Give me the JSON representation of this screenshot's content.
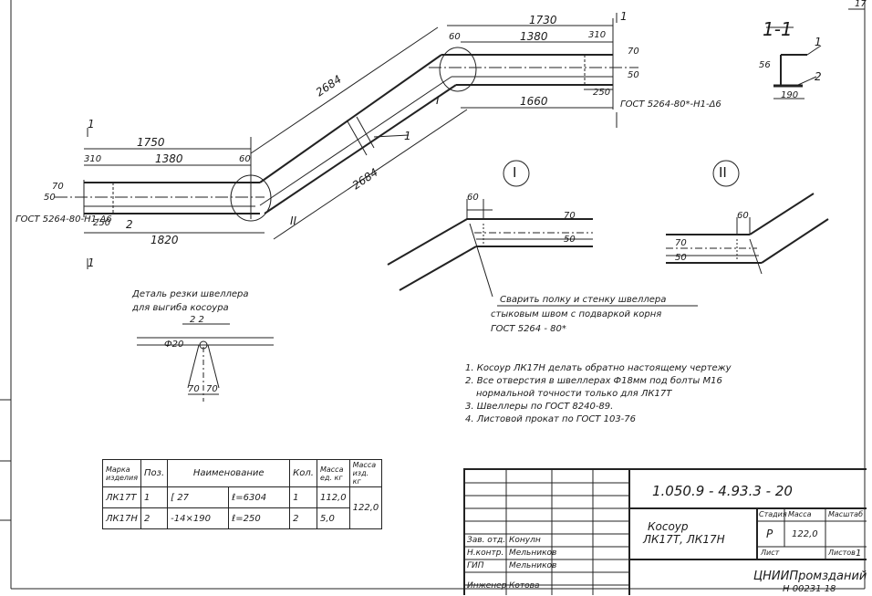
{
  "page_number": "17",
  "section_top": {
    "label": "1-1",
    "marker1": "1",
    "marker2": "2",
    "dim_56": "56",
    "dim_190": "190"
  },
  "dims": {
    "top_1730": "1730",
    "top_1380": "1380",
    "top_310": "310",
    "top_60": "60",
    "top_70": "70",
    "top_50": "50",
    "top_1660": "1660",
    "top_250": "250",
    "top_gost": "ГОСТ 5264-80*-Н1-Δ6",
    "diag_2684_top": "2684",
    "diag_2684_bot": "2684",
    "diag_1": "1",
    "left_1750": "1750",
    "left_310": "310",
    "left_1380": "1380",
    "left_60": "60",
    "left_70": "70",
    "left_50": "50",
    "left_1820": "1820",
    "left_250": "250",
    "left_gost": "ГОСТ 5264-80-Н1-Δ6",
    "left_2": "2",
    "cut_1_top": "1",
    "cut_1_bot": "1",
    "cut_1_right": "1",
    "roman_I": "I",
    "roman_II": "II"
  },
  "details": {
    "I_label": "I",
    "II_label": "II",
    "I_60": "60",
    "I_70": "70",
    "I_50": "50",
    "II_60": "60",
    "II_70": "70",
    "II_50": "50",
    "weld_note_1": "Сварить полку и стенку швеллера",
    "weld_note_2": "стыковым швом с подваркой корня",
    "weld_note_3": "ГОСТ 5264 - 80*"
  },
  "cut_detail": {
    "title_1": "Деталь резки швеллера",
    "title_2": "для выгиба косоура",
    "section": "2 2",
    "hole": "Ф20",
    "dim_a": "70",
    "dim_b": "70"
  },
  "notes": [
    "1. Косоур ЛК17Н делать обратно настоящему чертежу",
    "2. Все отверстия в швеллерах Ф18мм под болты М16",
    "нормальной точности только для ЛК17Т",
    "3. Швеллеры по ГОСТ 8240-89.",
    "4. Листовой прокат по ГОСТ 103-76"
  ],
  "spec_table": {
    "headers": [
      "Марка изделия",
      "Поз.",
      "Наименование",
      "",
      "Кол.",
      "Масса ед. кг",
      "Масса изд. кг"
    ],
    "rows": [
      [
        "ЛК17Т",
        "1",
        "[ 27",
        "ℓ=6304",
        "1",
        "112,0",
        "122,0"
      ],
      [
        "ЛК17Н",
        "2",
        "-14×190",
        "ℓ=250",
        "2",
        "5,0",
        ""
      ]
    ]
  },
  "stamp": {
    "doc_code": "1.050.9 - 4.93.3 - 20",
    "title_1": "Косоур",
    "title_2": "ЛК17Т, ЛК17Н",
    "stage_h": "Стадия",
    "mass_h": "Масса",
    "scale_h": "Масштаб",
    "stage": "Р",
    "mass": "122,0",
    "sheet_h": "Лист",
    "sheets_h": "Листов",
    "sheets": "1",
    "org": "ЦНИИПромзданий",
    "people": [
      {
        "role": "Зав. отд.",
        "name": "Конулн"
      },
      {
        "role": "Н.контр.",
        "name": "Мельников"
      },
      {
        "role": "ГИП",
        "name": "Мельников"
      },
      {
        "role": "Инженер",
        "name": "Котова"
      }
    ],
    "inventory": "Н 00231 18"
  }
}
